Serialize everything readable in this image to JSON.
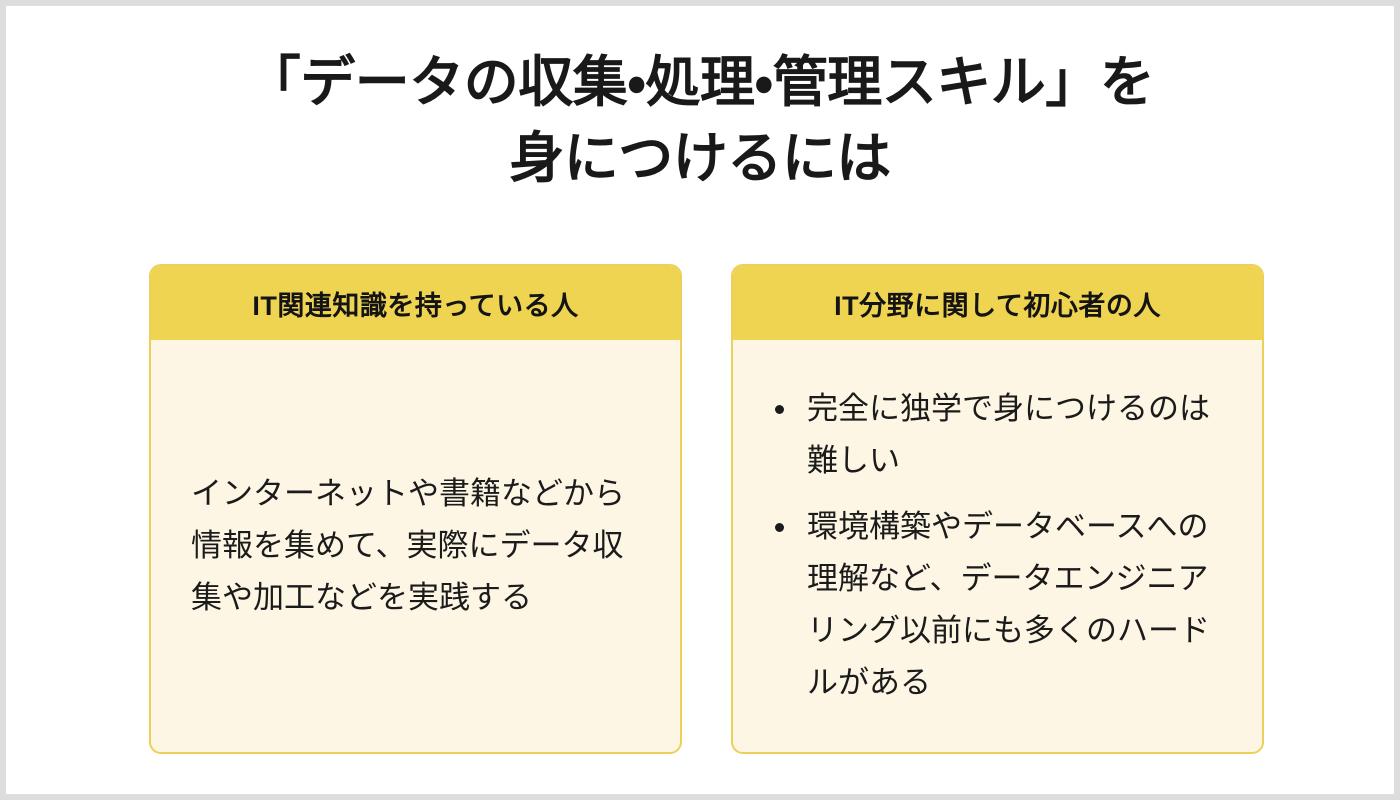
{
  "slide": {
    "background_color": "#ffffff",
    "frame_color": "#dddddd",
    "title": "「データの収集・処理・管理スキル」を\n身につけるには",
    "title_line_1": "「データの収集・処理・管理スキル」を",
    "title_line_2": "身につけるには"
  },
  "theme": {
    "header_yellow": "#efd452",
    "body_cream": "#fdf6e4",
    "border_yellow": "#ecd05a",
    "text_dark": "#1b1b1b"
  },
  "cards": [
    {
      "id": "card-experienced",
      "header": "IT関連知識を持っている人",
      "body_type": "paragraph",
      "paragraph": "インターネットや書籍などから情報を集めて、実際にデータ収集や加工などを実践する",
      "bullets": []
    },
    {
      "id": "card-beginner",
      "header": "IT分野に関して初心者の人",
      "body_type": "bullets",
      "paragraph": "",
      "bullets": [
        "完全に独学で身につけるのは難しい",
        "環境構築やデータベースへの理解など、データエンジニアリング以前にも多くのハードルがある"
      ]
    }
  ]
}
